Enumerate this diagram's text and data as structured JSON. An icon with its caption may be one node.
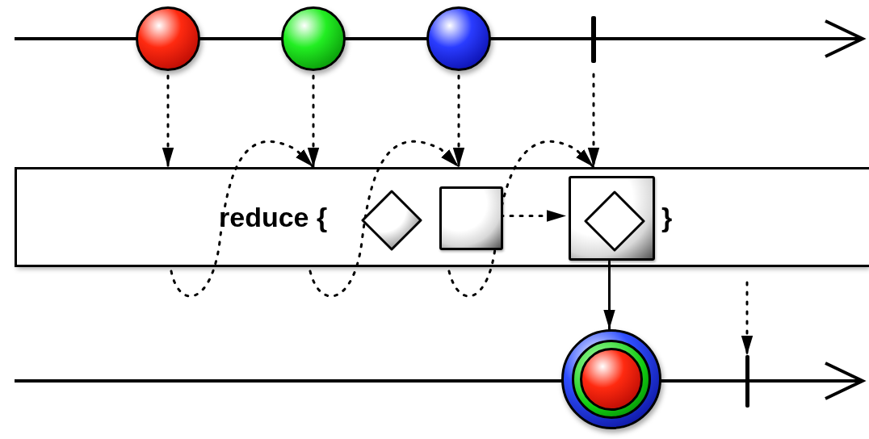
{
  "diagram": {
    "nodes": [
      {
        "text": [],
        "shape": "circle"
      },
      {
        "text": [],
        "shape": "circle"
      },
      {
        "text": [],
        "shape": "circle"
      },
      {
        "text": [],
        "shape": "bar"
      },
      {
        "text": [
          "reduce {",
          "}"
        ]
      },
      {
        "text": [],
        "shape": "diamond",
        "in": 4
      },
      {
        "text": [],
        "shape": "box",
        "in": 4
      },
      {
        "text": [],
        "shape": "box",
        "in": 4
      },
      {
        "text": [],
        "shape": "diamond",
        "in": 7
      },
      {
        "text": [],
        "shape": "circle"
      },
      {
        "text": [],
        "shape": "bar"
      }
    ],
    "edges": [
      {
        "from": 0,
        "to": 4,
        "arrow": "to",
        "style": "dashed"
      },
      {
        "from": 1,
        "to": 4,
        "arrow": "to",
        "style": "dashed"
      },
      {
        "from": 2,
        "to": 4,
        "arrow": "to",
        "style": "dashed"
      },
      {
        "from": 3,
        "to": 4,
        "arrow": "to",
        "style": "dashed"
      },
      {
        "from": null,
        "to": 4,
        "arrow": "to",
        "style": "dashed"
      },
      {
        "from": null,
        "to": 4,
        "arrow": "to",
        "style": "dashed"
      },
      {
        "from": null,
        "to": 4,
        "arrow": "to",
        "style": "dashed"
      },
      {
        "from": 6,
        "to": 7,
        "arrow": "to",
        "style": "dashed"
      },
      {
        "from": 7,
        "to": 9,
        "arrow": "to"
      },
      {
        "from": null,
        "to": 10,
        "arrow": "to",
        "style": "dashed"
      }
    ]
  }
}
